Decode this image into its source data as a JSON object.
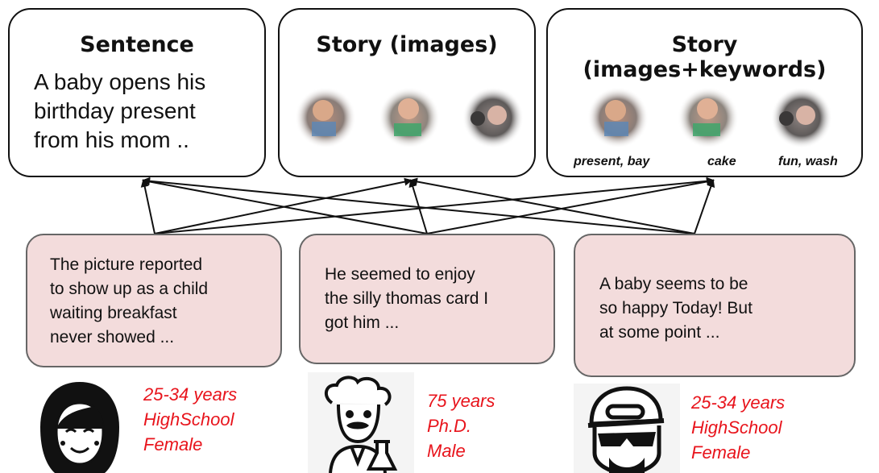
{
  "boxes": {
    "sentence": {
      "title": "Sentence",
      "lines": [
        "A baby opens his",
        "birthday present",
        "from his mom .."
      ]
    },
    "story_images": {
      "title": "Story (images)"
    },
    "story_keywords": {
      "title": "Story (images+keywords)",
      "keywords": [
        "present, bay",
        "cake",
        "fun, wash"
      ]
    }
  },
  "captions": [
    {
      "lines": [
        "The picture reported",
        "to show up as a child",
        "waiting breakfast",
        "never showed ..."
      ]
    },
    {
      "lines": [
        "He seemed to enjoy",
        "the silly thomas card I",
        "got him ..."
      ]
    },
    {
      "lines": [
        "A baby seems to be",
        "so happy Today! But",
        "at some point ..."
      ]
    }
  ],
  "personas": [
    {
      "age": "25-34 years",
      "education": "HighSchool",
      "gender": "Female",
      "icon": "woman-icon"
    },
    {
      "age": "75 years",
      "education": "Ph.D.",
      "gender": "Male",
      "icon": "scientist-icon"
    },
    {
      "age": "25-34 years",
      "education": "HighSchool",
      "gender": "Female",
      "icon": "cap-sunglasses-person-icon"
    }
  ],
  "colors": {
    "caption_bg": "#f3dcdc",
    "demographic_text": "#e8141c"
  }
}
